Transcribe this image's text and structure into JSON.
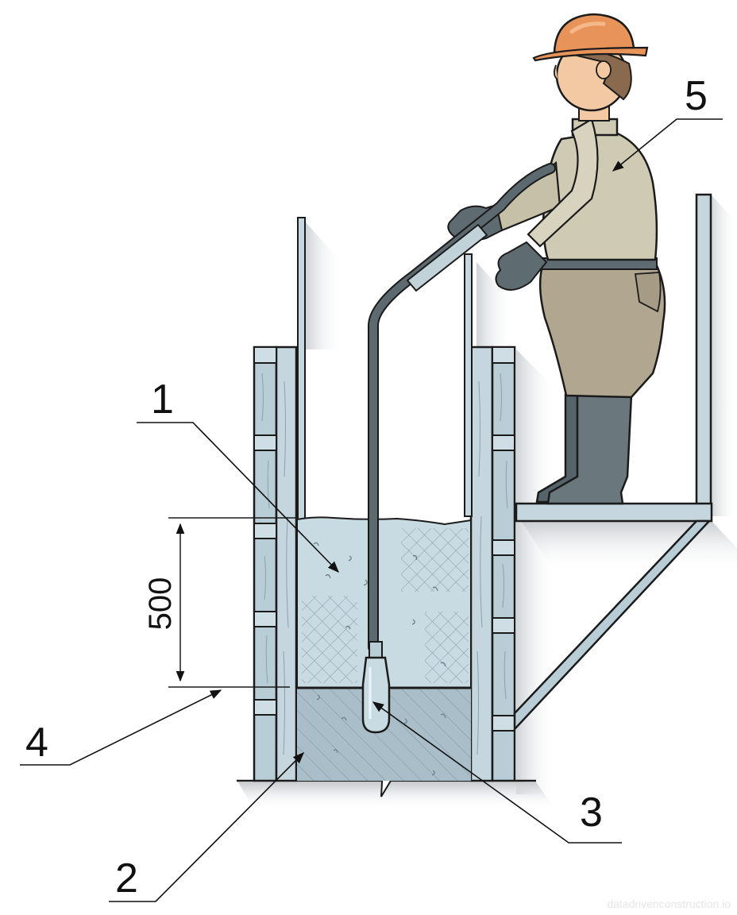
{
  "diagram": {
    "type": "technical illustration: concrete vibration in formwork",
    "callouts": [
      {
        "id": "1",
        "label": "1",
        "target": "fresh concrete layer being compacted"
      },
      {
        "id": "2",
        "label": "2",
        "target": "previously placed concrete layer"
      },
      {
        "id": "3",
        "label": "3",
        "target": "immersion vibrator head"
      },
      {
        "id": "4",
        "label": "4",
        "target": "boundary between concrete layers"
      },
      {
        "id": "5",
        "label": "5",
        "target": "worker on scaffold platform"
      }
    ],
    "dimension": {
      "value": "500",
      "orientation": "vertical"
    },
    "colors": {
      "timber": "#b9cdd6",
      "timber_dark": "#9fb6c1",
      "concrete_fresh": "#c9dbe2",
      "concrete_old": "#a9bec8",
      "helmet": "#e8935a",
      "skin": "#f3c9a4",
      "hair": "#8a6a4f",
      "shirt": "#cfcab4",
      "trousers": "#b1a68f",
      "gloves_boots": "#5e6b70",
      "hose": "#5c6a70",
      "outline": "#1b1b1b"
    }
  },
  "watermark": "datadrivenconstruction.io"
}
